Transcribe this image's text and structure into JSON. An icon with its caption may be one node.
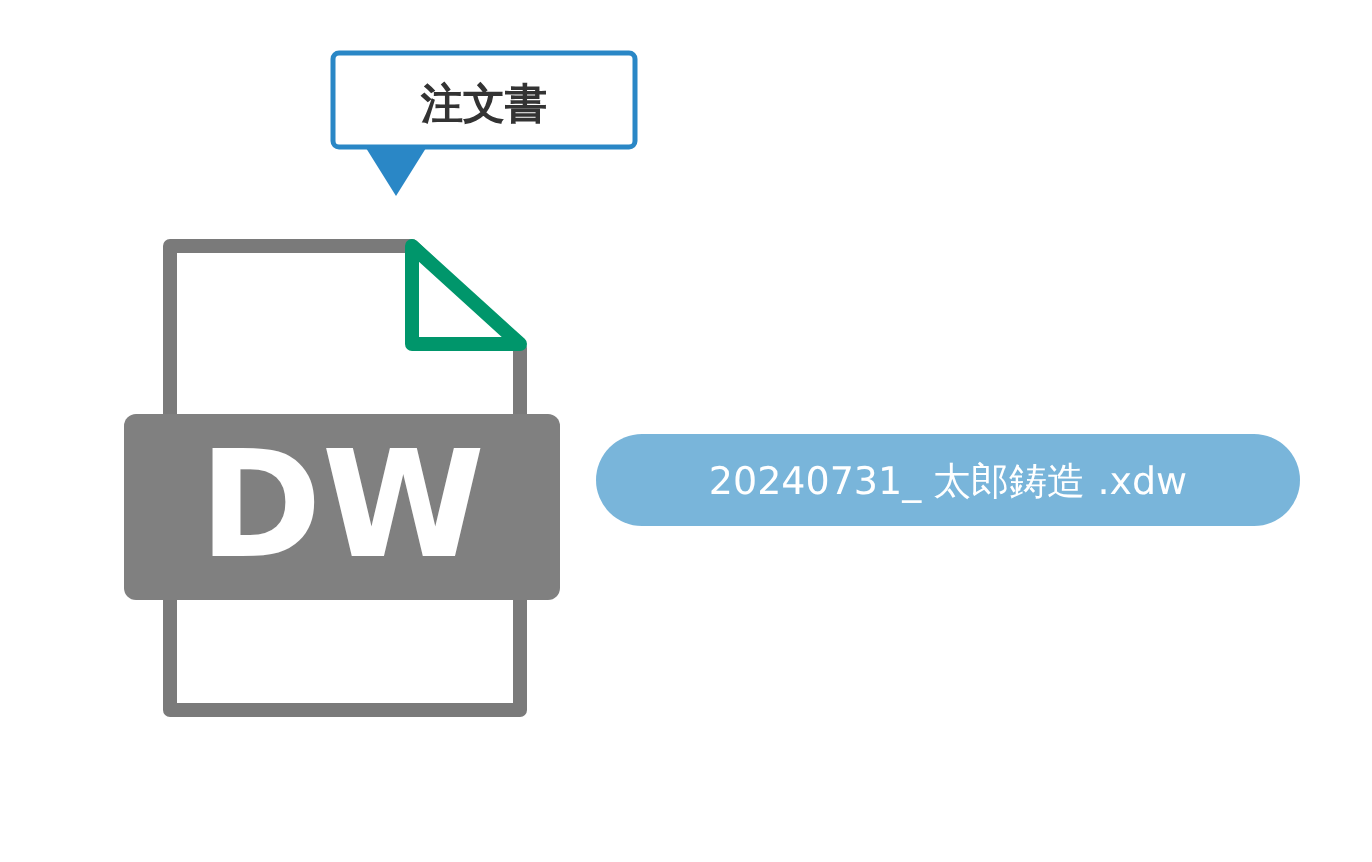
{
  "diagram": {
    "nodes": [
      {
        "text": [
          "注文書"
        ]
      },
      {
        "text": [
          "DW"
        ]
      },
      {
        "text": [
          "20240731_ 太郎鋳造 .xdw"
        ]
      }
    ],
    "edges": []
  }
}
